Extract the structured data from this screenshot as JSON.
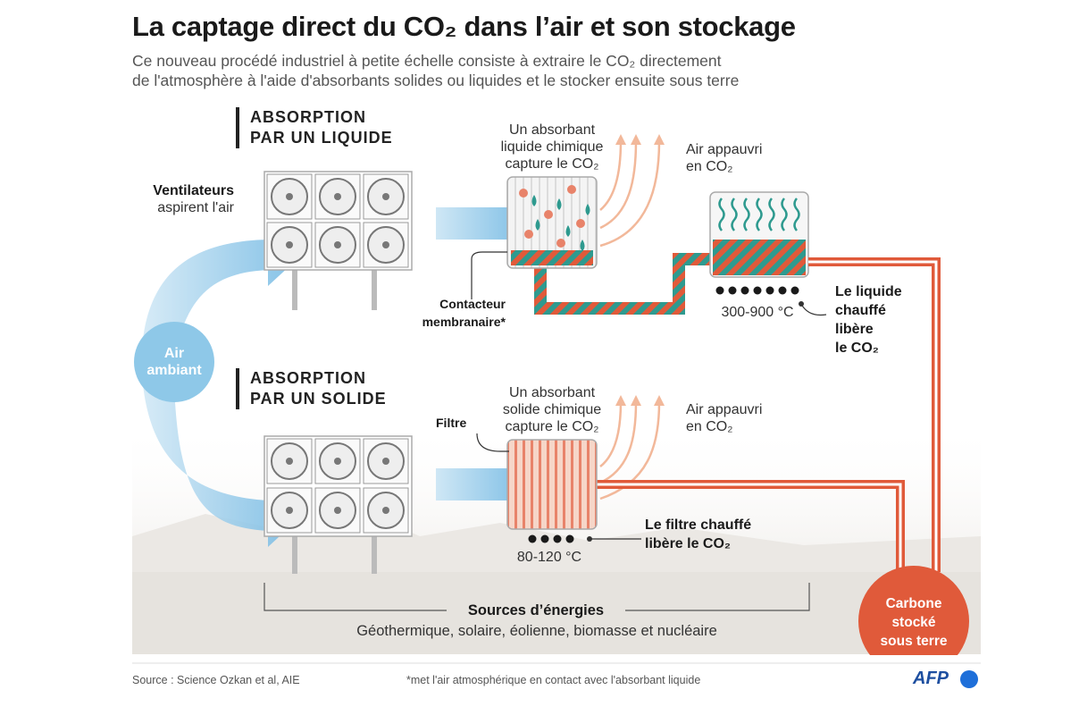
{
  "title": "La captage direct du CO₂ dans l’air et son stockage",
  "subtitle": {
    "line1": "Ce nouveau procédé industriel à petite échelle consiste à extraire le CO₂ directement",
    "line2": "de l'atmosphère à l'aide d'absorbants solides ou liquides et le stocker ensuite sous terre"
  },
  "liquid": {
    "heading_line1": "ABSORPTION",
    "heading_line2": "PAR UN LIQUIDE",
    "fans_label_bold": "Ventilateurs",
    "fans_label": "aspirent l'air",
    "absorbent_line1": "Un absorbant",
    "absorbent_line2": "liquide chimique",
    "absorbent_line3": "capture le CO₂",
    "depleted_line1": "Air appauvri",
    "depleted_line2": "en CO₂",
    "contactor_line1": "Contacteur",
    "contactor_line2": "membranaire*",
    "temperature": "300-900 °C",
    "release_line1": "Le liquide",
    "release_line2": "chauffé",
    "release_line3": "libère",
    "release_line4": "le CO₂"
  },
  "ambient_air_line1": "Air",
  "ambient_air_line2": "ambiant",
  "solid": {
    "heading_line1": "ABSORPTION",
    "heading_line2": "PAR UN SOLIDE",
    "filter_label": "Filtre",
    "absorbent_line1": "Un absorbant",
    "absorbent_line2": "solide chimique",
    "absorbent_line3": "capture le CO₂",
    "depleted_line1": "Air appauvri",
    "depleted_line2": "en CO₂",
    "temperature": "80-120 °C",
    "release_line1": "Le filtre chauffé",
    "release_line2": "libère le CO₂"
  },
  "energy": {
    "title": "Sources d’énergies",
    "list": "Géothermique, solaire, éolienne, biomasse et nucléaire"
  },
  "storage_line1": "Carbone",
  "storage_line2": "stocké",
  "storage_line3": "sous terre",
  "footer": {
    "source": "Source : Science Ozkan et al, AIE",
    "note": "*met l'air atmosphérique en contact avec l'absorbant liquide",
    "logo": "AFP"
  },
  "colors": {
    "pipe": "#e05a3a",
    "teal": "#2e9a8f",
    "air_blue": "#8ec8e8",
    "ground": "#e6e3de"
  }
}
